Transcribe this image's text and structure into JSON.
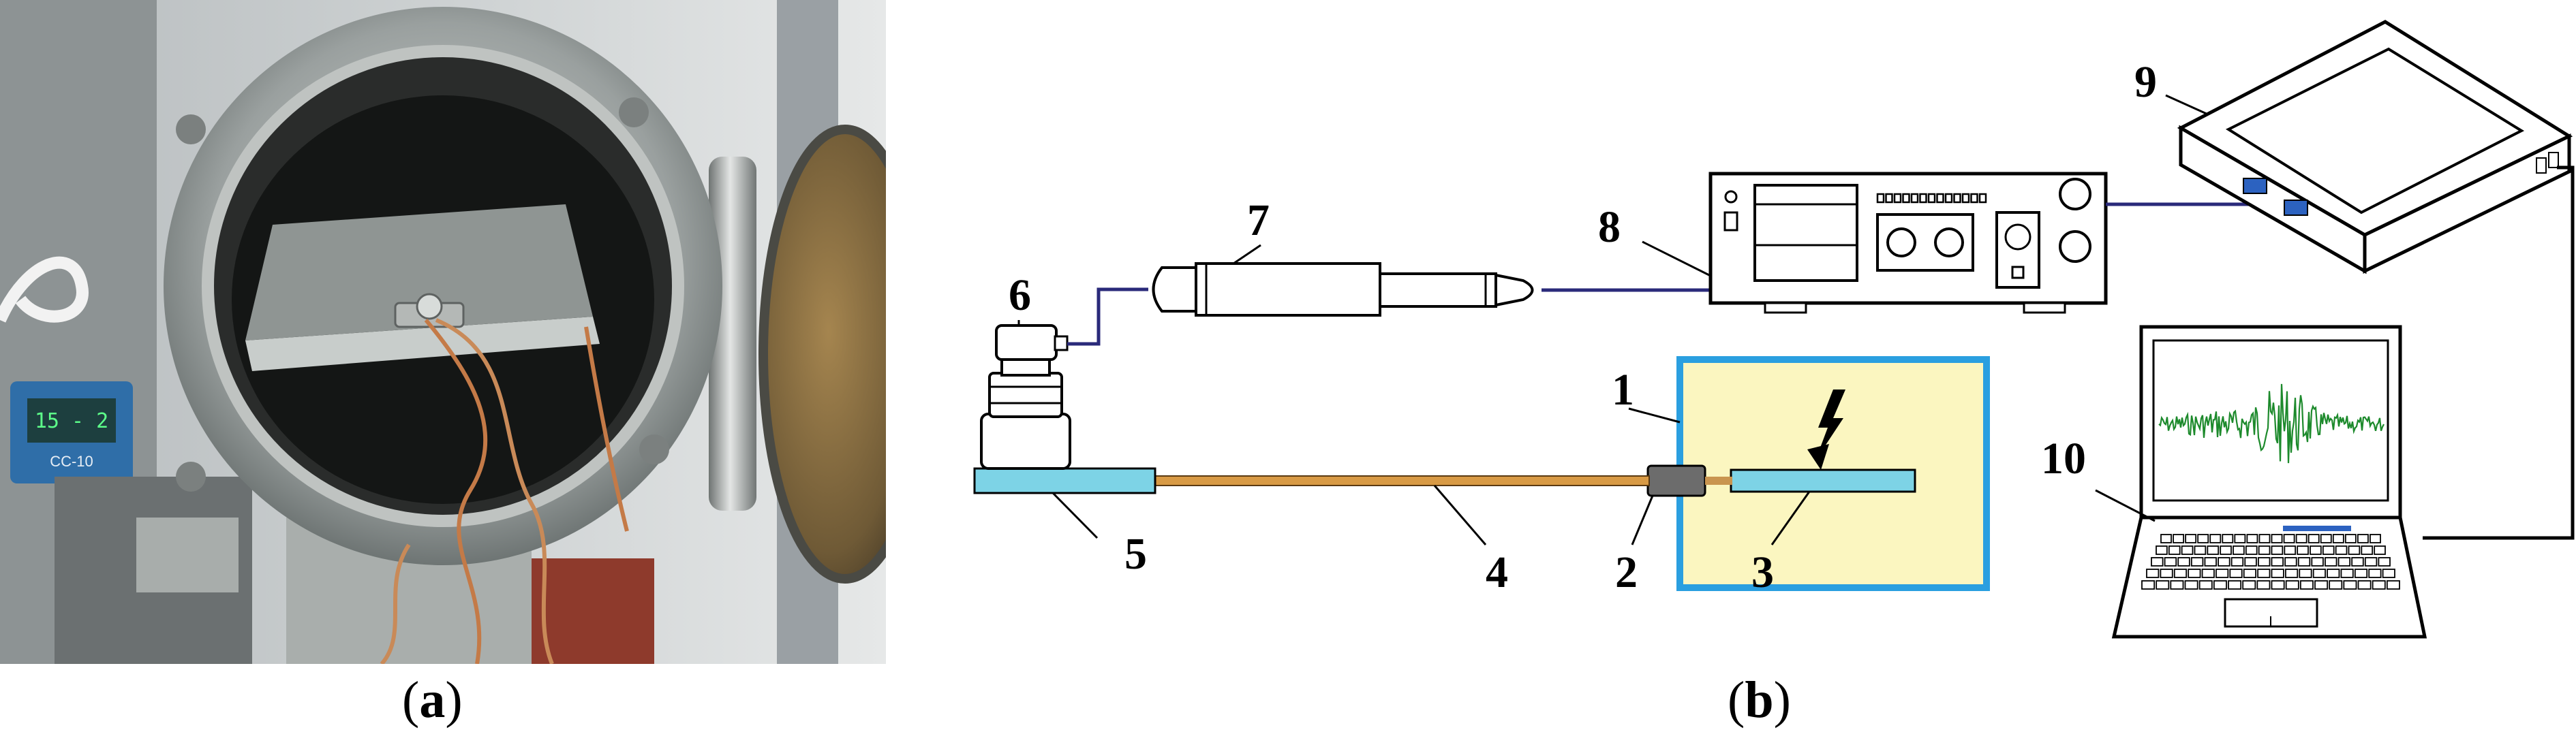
{
  "panel_a": {
    "caption_open": "(",
    "caption_letter": "a",
    "caption_close": ")",
    "controller_display": "15 - 2",
    "controller_model": "СС-10"
  },
  "panel_b": {
    "caption_open": "(",
    "caption_letter": "b",
    "caption_close": ")",
    "labels": {
      "n1": "1",
      "n2": "2",
      "n3": "3",
      "n4": "4",
      "n5": "5",
      "n6": "6",
      "n7": "7",
      "n8": "8",
      "n9": "9",
      "n10": "10"
    }
  },
  "colors": {
    "chamber_fill": "#fbf6c0",
    "chamber_border": "#2a9fe0",
    "waveguide_fill": "#7dd3e6",
    "waveform": "#1d8a2c",
    "cable": "#2a2a7a"
  }
}
